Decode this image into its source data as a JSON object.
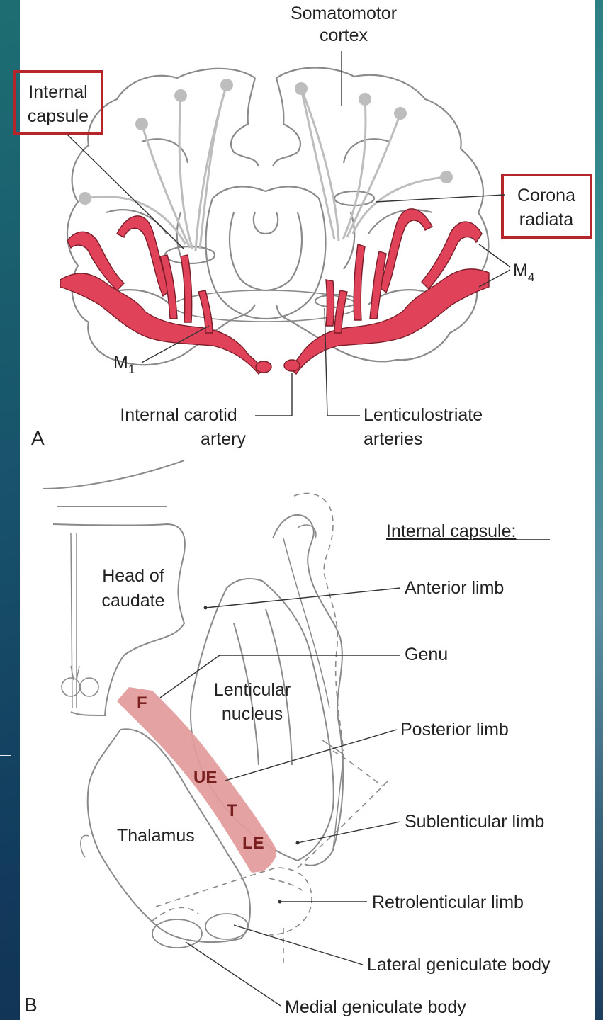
{
  "panel_a": {
    "letter": "A",
    "somatomotor_line1": "Somatomotor",
    "somatomotor_line2": "cortex",
    "internal_capsule_line1": "Internal",
    "internal_capsule_line2": "capsule",
    "corona_line1": "Corona",
    "corona_line2": "radiata",
    "m4_main": "M",
    "m4_sub": "4",
    "m1_main": "M",
    "m1_sub": "1",
    "ica_line1": "Internal carotid",
    "ica_line2": "artery",
    "lenticulostriate_line1": "Lenticulostriate",
    "lenticulostriate_line2": "arteries",
    "highlight_color": "#b5252a",
    "artery_color": "#e0425a"
  },
  "panel_b": {
    "letter": "B",
    "internal_capsule_heading": "Internal capsule:",
    "head_caudate_line1": "Head of",
    "head_caudate_line2": "caudate",
    "lenticular_line1": "Lenticular",
    "lenticular_line2": "nucleus",
    "thalamus": "Thalamus",
    "anterior_limb": "Anterior limb",
    "genu": "Genu",
    "posterior_limb": "Posterior limb",
    "sublenticular_limb": "Sublenticular limb",
    "retrolenticular_limb": "Retrolenticular limb",
    "lateral_geniculate": "Lateral geniculate body",
    "medial_geniculate": "Medial geniculate body",
    "band_f": "F",
    "band_ue": "UE",
    "band_t": "T",
    "band_le": "LE",
    "band_color": "#e39a9a"
  }
}
